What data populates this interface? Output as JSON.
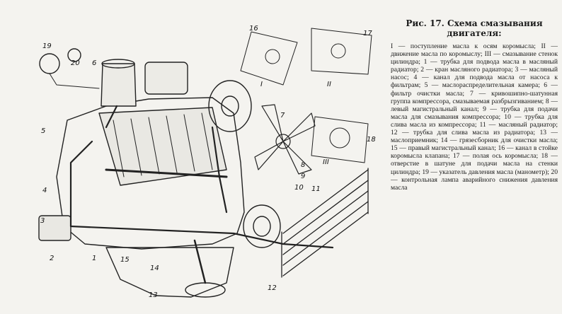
{
  "figure": {
    "caption_title": "Рис. 17. Схема смазывания двигателя:",
    "caption_text": "I — поступление масла к осям коромысла; II — движение масла по коромыслу; III — смазывание стенок цилиндра; 1 — трубка для подвода масла в масляный радиатор; 2 — кран масляного радиатора; 3 — масляный насос; 4 — канал для подвода масла от насоса к фильтрам; 5 — маслораспределительная камера; 6 — фильтр очистки масла; 7 — кривошипно-шатунная группа компрессора, смазываемая разбрызгиванием; 8 — левый магистральный канал; 9 — трубка для подачи масла для смазывания компрессора; 10 — трубка для слива масла из компрессора; 11 — масляный радиатор; 12 — трубка для слива масла из радиатора; 13 — маслоприемник; 14 — грязесборник для очистки масла; 15 — правый магистральный канал; 16 — канал в стойке коромысла клапана; 17 — полая ось коромысла; 18 — отверстие в шатуне для подачи масла на стенки цилиндра; 19 — указатель давления масла (манометр); 20 — контрольная лампа аварийного снижения давления масла"
  },
  "callouts": [
    "19",
    "20",
    "6",
    "16",
    "17",
    "I",
    "II",
    "III",
    "5",
    "4",
    "3",
    "2",
    "1",
    "15",
    "14",
    "13",
    "12",
    "11",
    "10",
    "9",
    "8",
    "18",
    "7"
  ],
  "colors": {
    "ink": "#1a1a1a",
    "paper": "#f4f3ef"
  }
}
